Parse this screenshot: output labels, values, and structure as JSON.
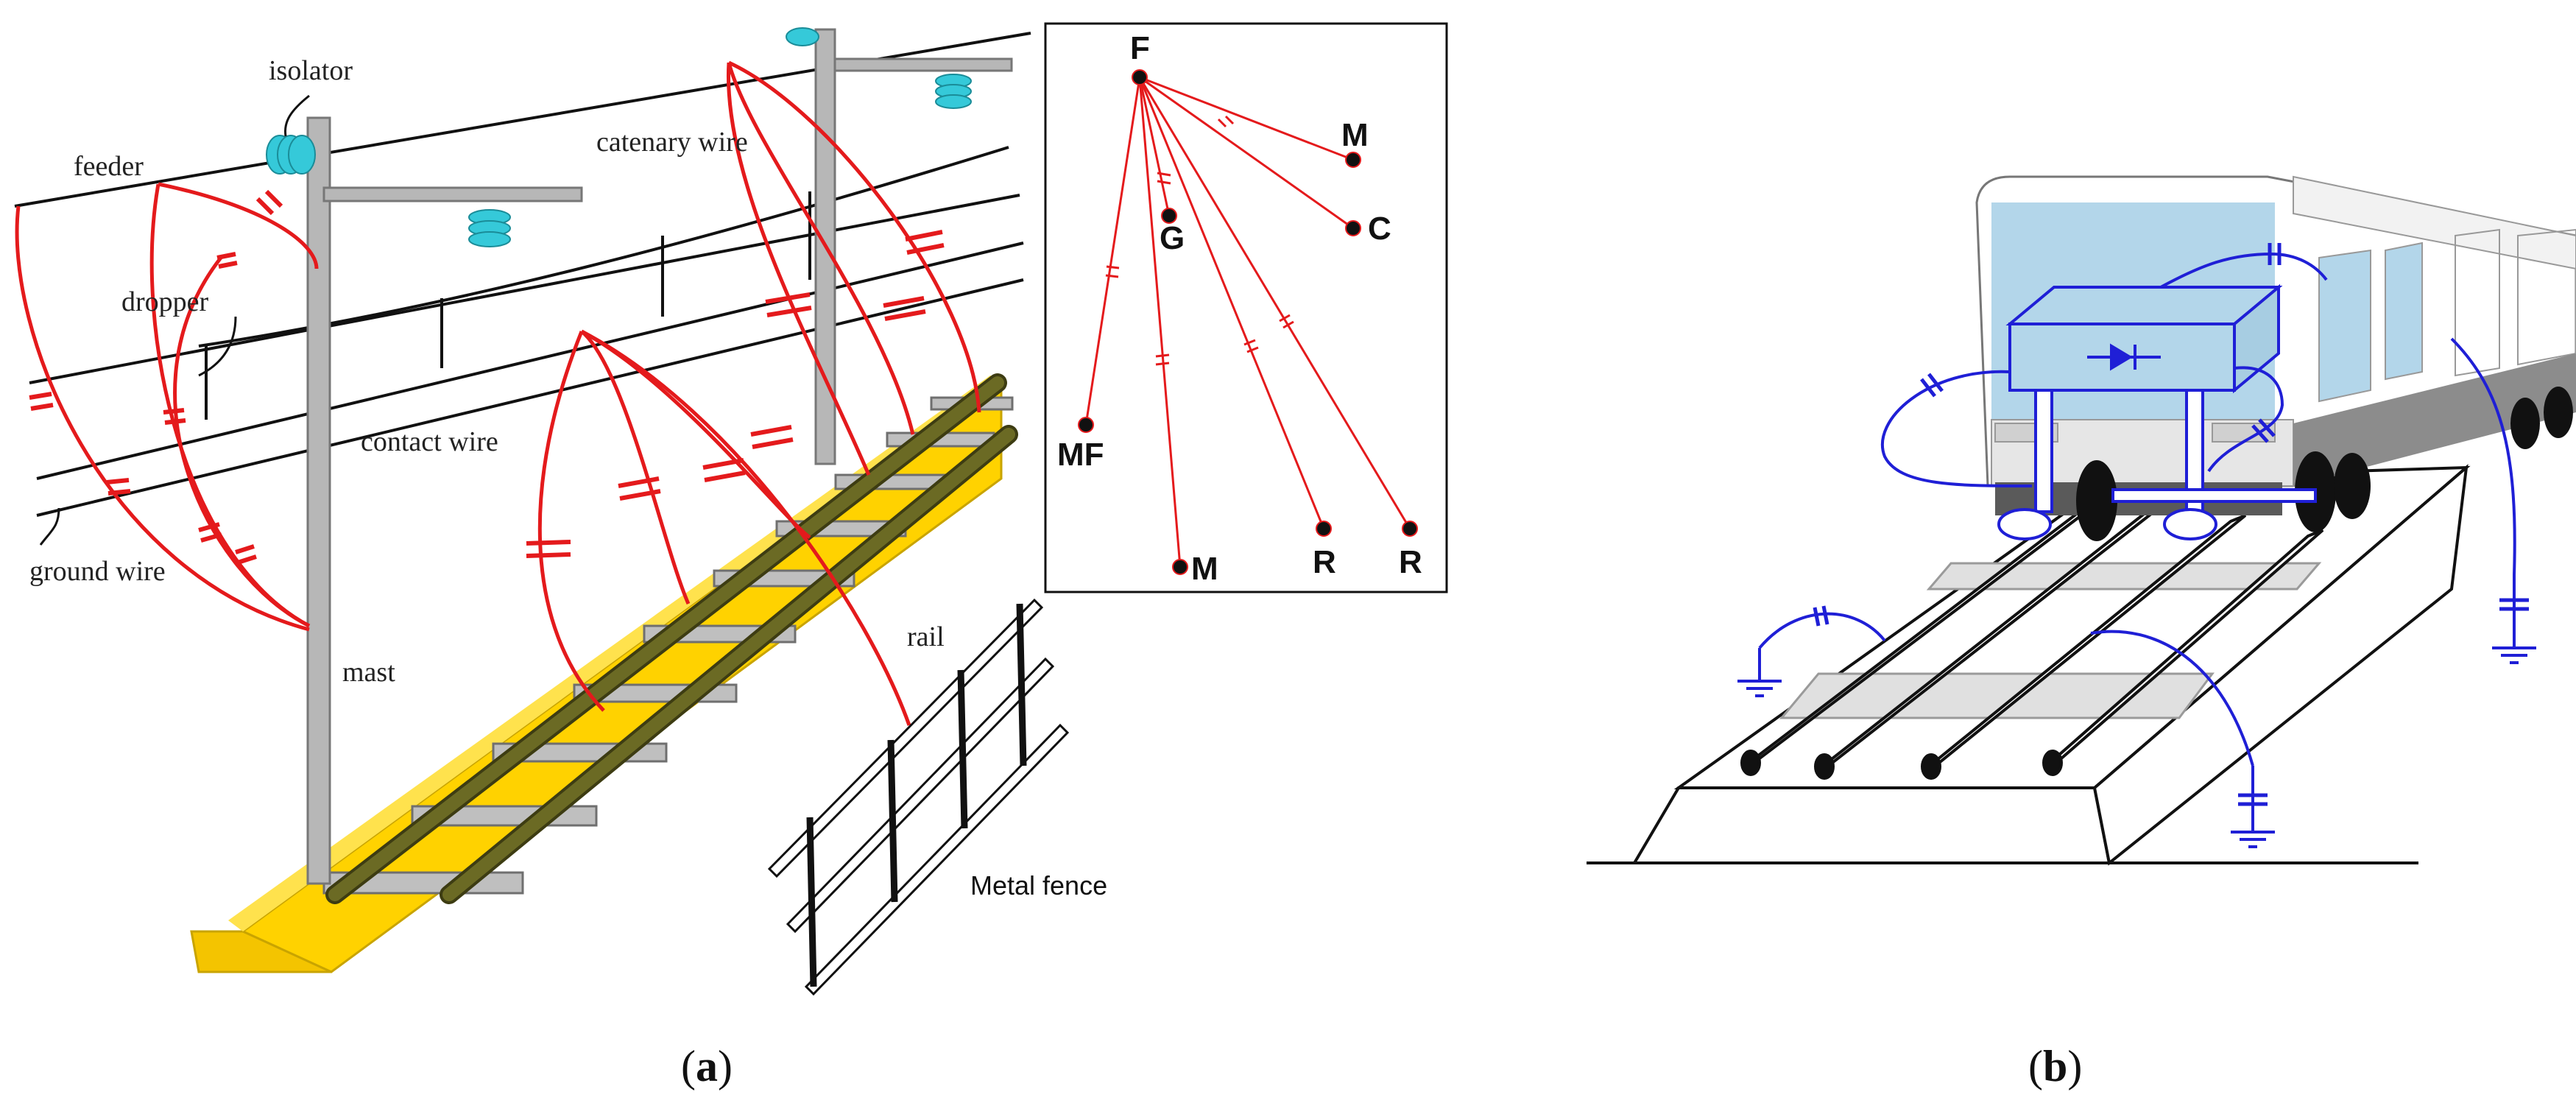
{
  "panel_a": {
    "labels": {
      "isolator": "isolator",
      "feeder": "feeder",
      "catenary_wire": "catenary wire",
      "dropper": "dropper",
      "contact_wire": "contact wire",
      "ground_wire": "ground wire",
      "mast": "mast",
      "rail": "rail",
      "metal_fence": "Metal fence"
    },
    "inset_nodes": {
      "F": "F",
      "M_top": "M",
      "C": "C",
      "G": "G",
      "MF": "MF",
      "M_bottom": "M",
      "R_left": "R",
      "R_right": "R"
    },
    "caption": {
      "open": "(",
      "letter": "a",
      "close": ")"
    }
  },
  "panel_b": {
    "caption": {
      "open": "(",
      "letter": "b",
      "close": ")"
    }
  },
  "colors": {
    "capacitance_red": "#e41a1c",
    "capacitance_blue": "#1f1fd6",
    "ballast_yellow": "#ffd200",
    "rail_olive": "#5b5a1e",
    "train_window": "#b3d6ea",
    "mast_gray": "#a9a9a9",
    "isolator_cyan": "#35c9d9"
  }
}
